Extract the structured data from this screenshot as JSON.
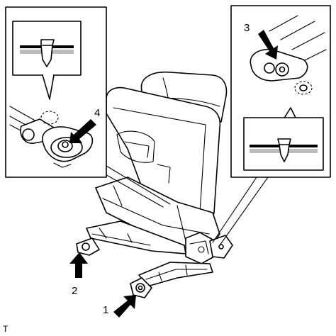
{
  "callouts": {
    "c1": "1",
    "c2": "2",
    "c3": "3",
    "c4": "4"
  },
  "figure_code": "T"
}
